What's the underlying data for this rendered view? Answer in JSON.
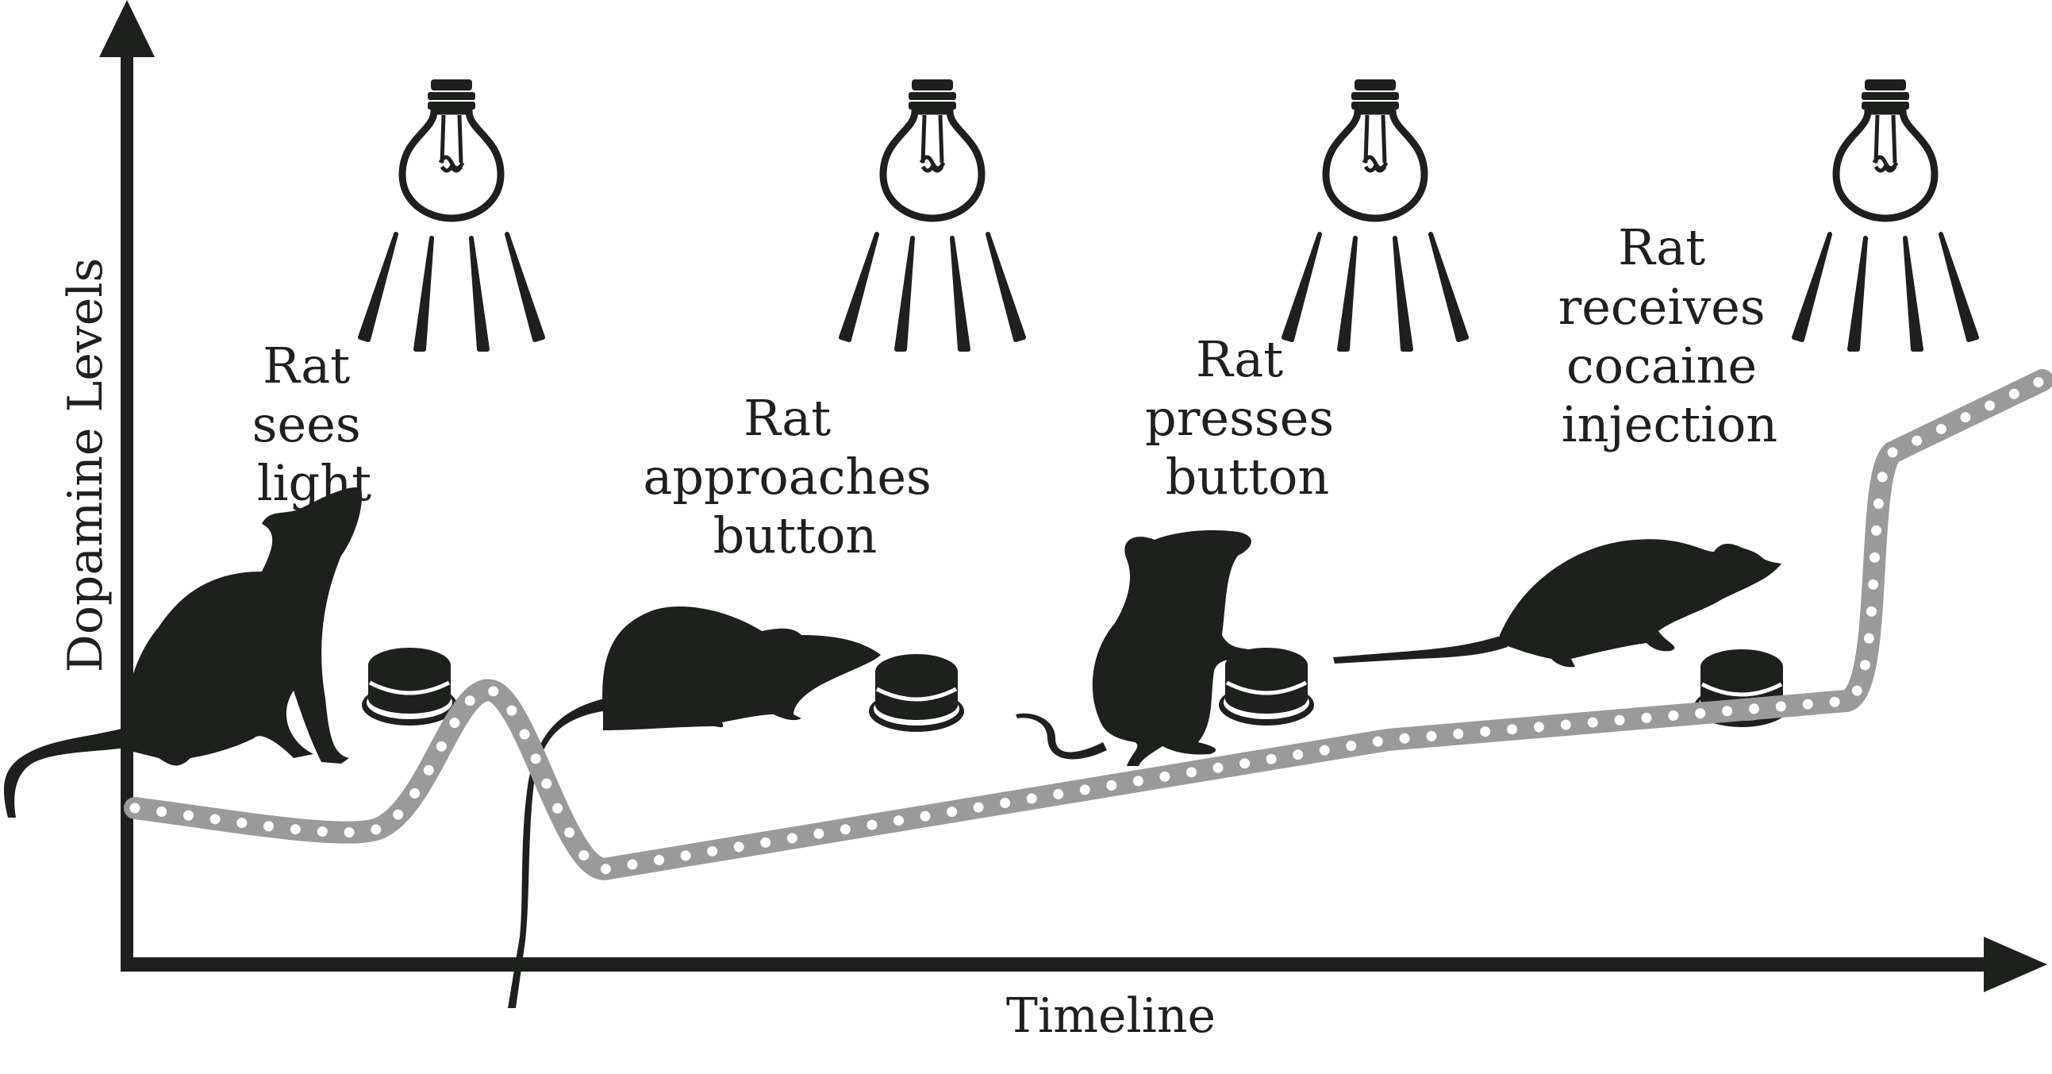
{
  "axes": {
    "y_label": "Dopamine Levels",
    "x_label": "Timeline"
  },
  "events": [
    {
      "lines": [
        "Rat",
        "sees",
        "light"
      ]
    },
    {
      "lines": [
        "Rat",
        "approaches",
        "button"
      ]
    },
    {
      "lines": [
        "Rat",
        "presses",
        "button"
      ]
    },
    {
      "lines": [
        "Rat",
        "receives",
        "cocaine",
        "injection"
      ]
    }
  ],
  "colors": {
    "ink": "#1e201e",
    "curve": "#9a9a9a",
    "dots": "#ffffff"
  }
}
